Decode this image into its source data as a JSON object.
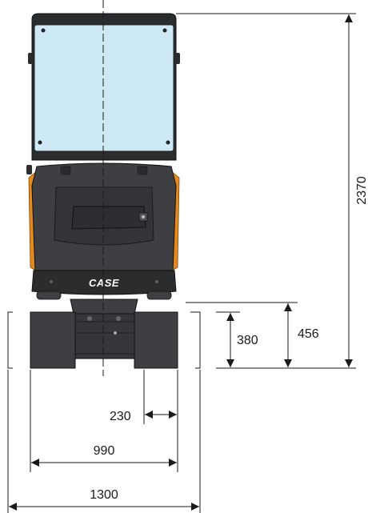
{
  "machine": {
    "brand": "CASE"
  },
  "dimensions": {
    "overall_height": "2370",
    "track_height": "380",
    "ground_clearance_height": "456",
    "track_width": "230",
    "track_gauge": "990",
    "overall_width": "1300"
  },
  "colors": {
    "glass": "#cde9f6",
    "body": "#3d3f42",
    "body_dark": "#2b2c2e",
    "accent": "#e48a1c",
    "line": "#1a1a1a"
  }
}
